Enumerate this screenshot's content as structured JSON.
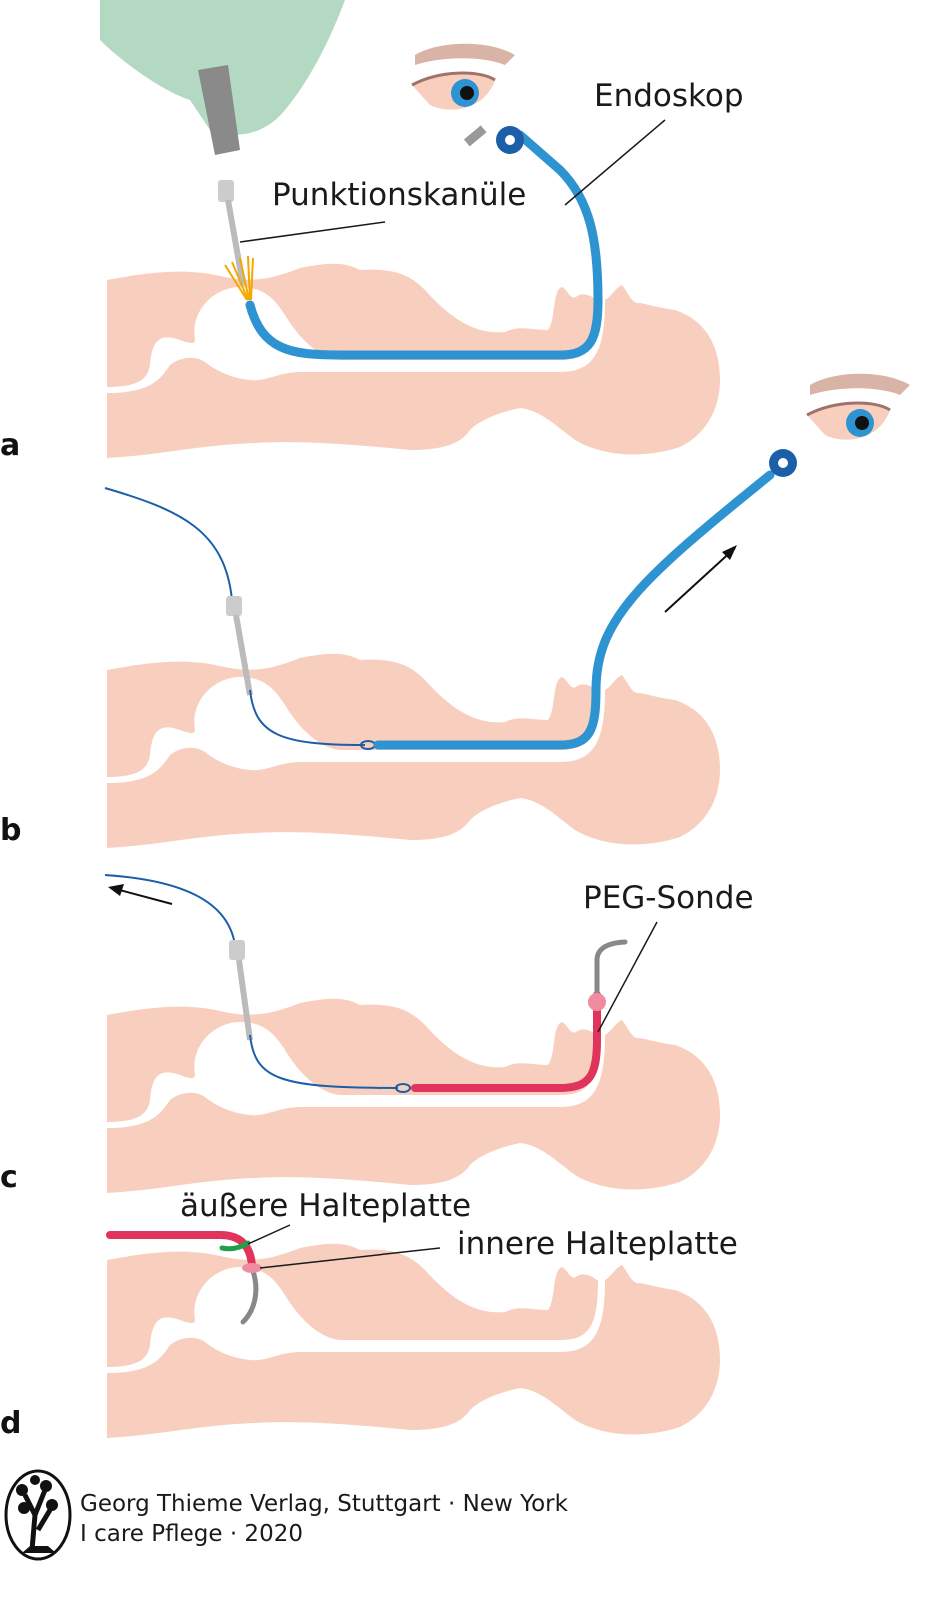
{
  "figure": {
    "panels": [
      {
        "letter": "a",
        "labels": {
          "endoscope": "Endoskop",
          "needle": "Punktionskanüle"
        }
      },
      {
        "letter": "b"
      },
      {
        "letter": "c",
        "labels": {
          "peg": "PEG-Sonde"
        }
      },
      {
        "letter": "d",
        "labels": {
          "outer_plate": "äußere Halteplatte",
          "inner_plate": "innere Halteplatte"
        }
      }
    ],
    "colors": {
      "body": "#f8cfbe",
      "endoscope": "#2e93d1",
      "peg_tube": "#e0345c",
      "glove": "#b3d9c2",
      "outer_plate": "#1fa04a"
    }
  },
  "footer": {
    "publisher": "Georg Thieme Verlag, Stuttgart · New York",
    "book": "I care Pflege · 2020",
    "logo_icon": "tree-logo-icon"
  }
}
